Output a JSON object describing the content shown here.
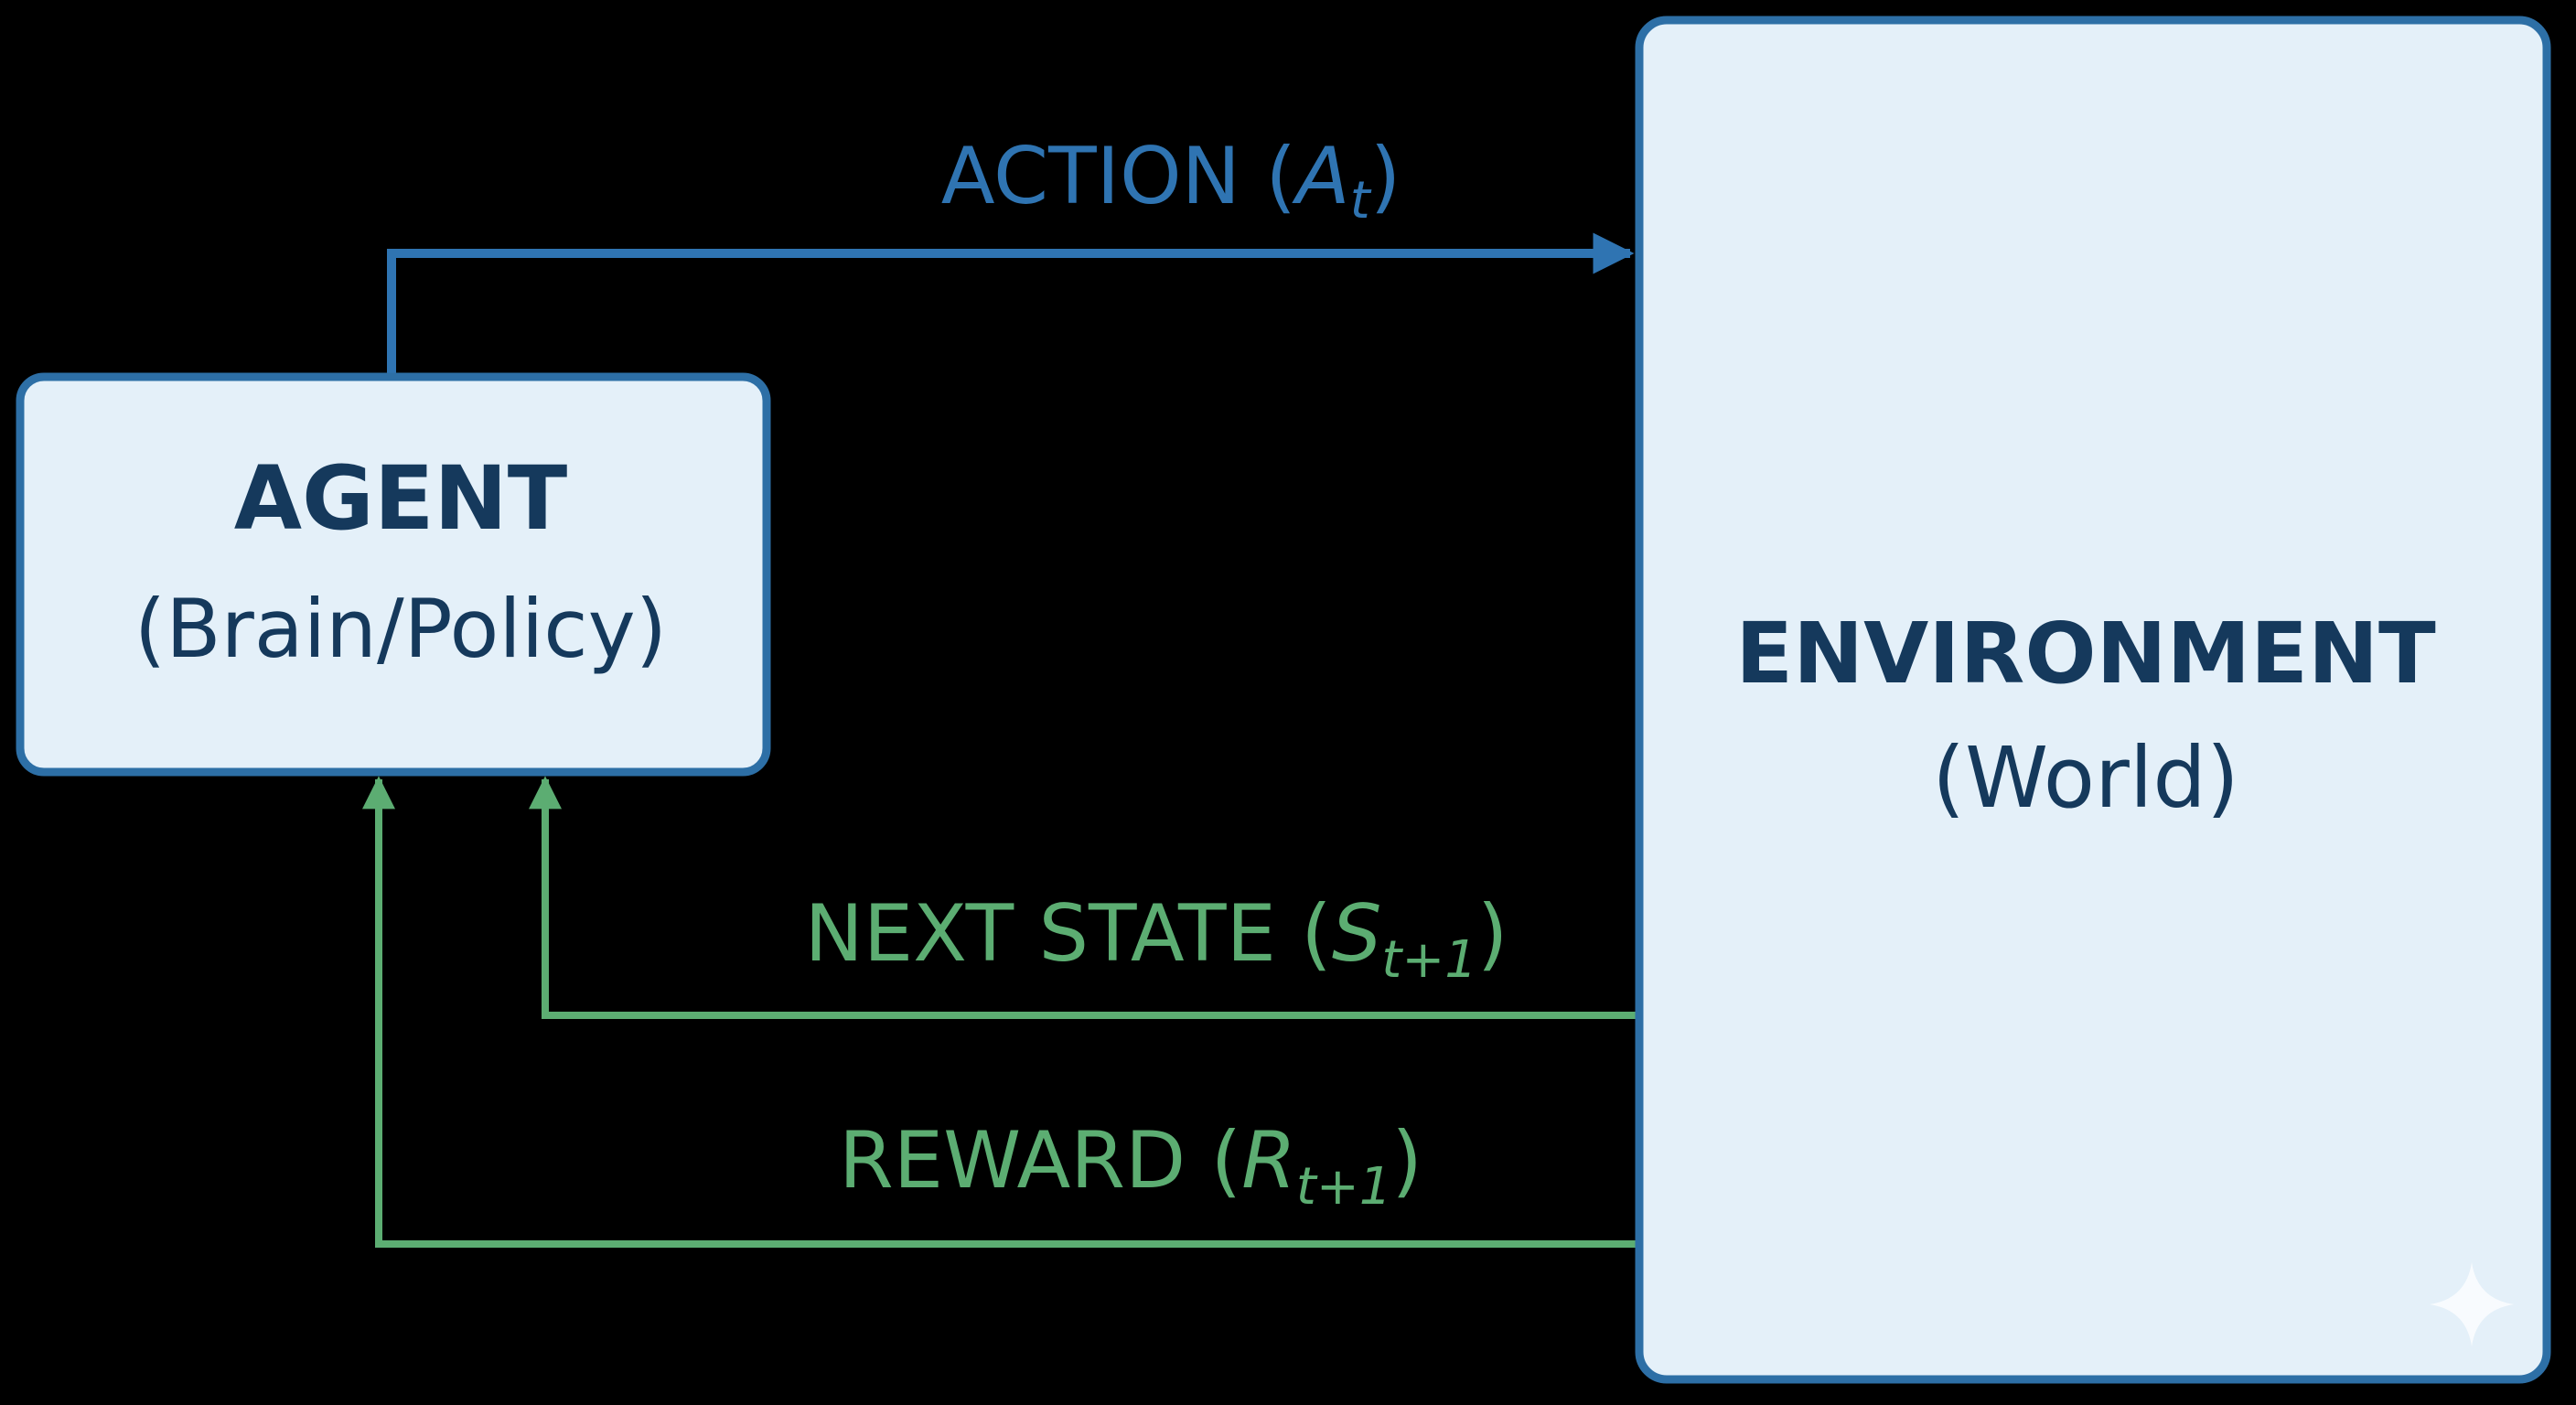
{
  "colors": {
    "background": "#000000",
    "box_fill": "#e4f0f9",
    "box_stroke": "#2d6fa6",
    "box_text": "#15395c",
    "action": "#2f74b2",
    "feedback": "#5cad72"
  },
  "agent": {
    "title": "AGENT",
    "subtitle": "(Brain/Policy)"
  },
  "environment": {
    "title": "ENVIRONMENT",
    "subtitle": "(World)"
  },
  "action": {
    "label": "ACTION (",
    "symbol": "A",
    "subscript": "t",
    "close": ")"
  },
  "next_state": {
    "label": "NEXT STATE (",
    "symbol": "S",
    "subscript": "t+1",
    "close": ")"
  },
  "reward": {
    "label": "REWARD (",
    "symbol": "R",
    "subscript": "t+1",
    "close": ")"
  },
  "watermark_icon": "sparkle-icon"
}
